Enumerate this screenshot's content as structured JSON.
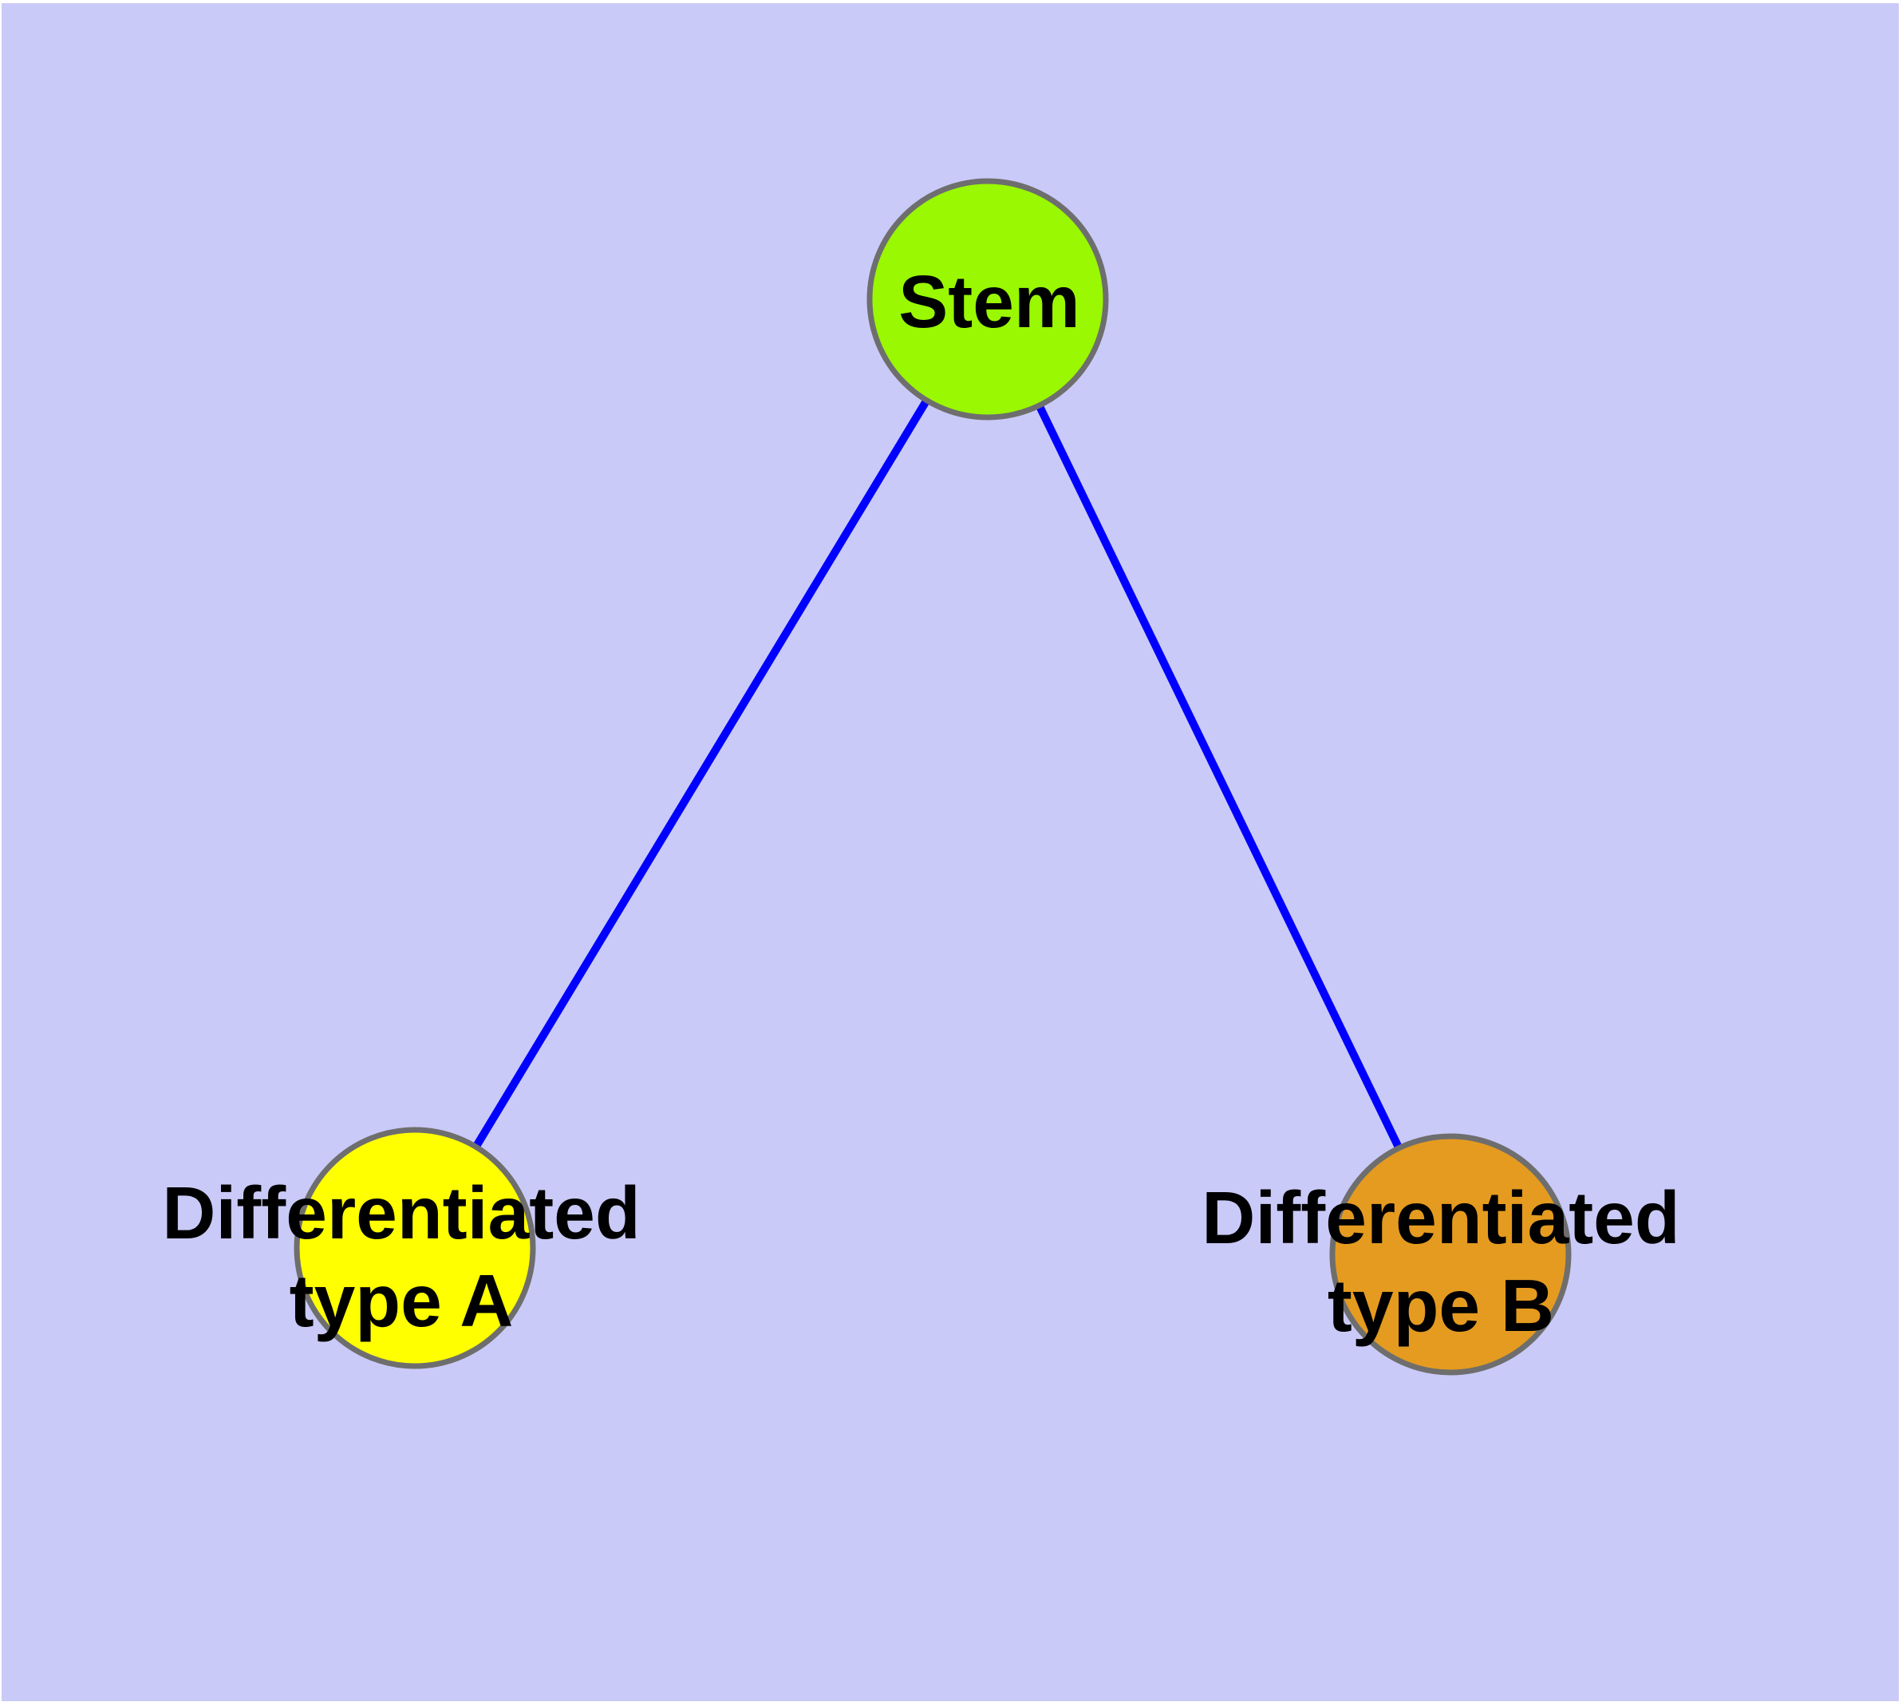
{
  "diagram": {
    "type": "graph",
    "background_color": "#CACAF8",
    "page_margin_color": "#FFFFFF",
    "edge_color": "#0000FF",
    "node_border_color": "#6E6E6E",
    "label_color": "#000000",
    "nodes": [
      {
        "id": "stem",
        "label": "Stem",
        "fill": "#99F802"
      },
      {
        "id": "differentiated-type-a",
        "label_line1": "Differentiated",
        "label_line2": "type A",
        "fill": "#FFFF00"
      },
      {
        "id": "differentiated-type-b",
        "label_line1": "Differentiated",
        "label_line2": "type B",
        "fill": "#E59B1F"
      }
    ],
    "edges": [
      {
        "from": "Stem",
        "to": "Differentiated type A"
      },
      {
        "from": "Stem",
        "to": "Differentiated type B"
      }
    ]
  }
}
